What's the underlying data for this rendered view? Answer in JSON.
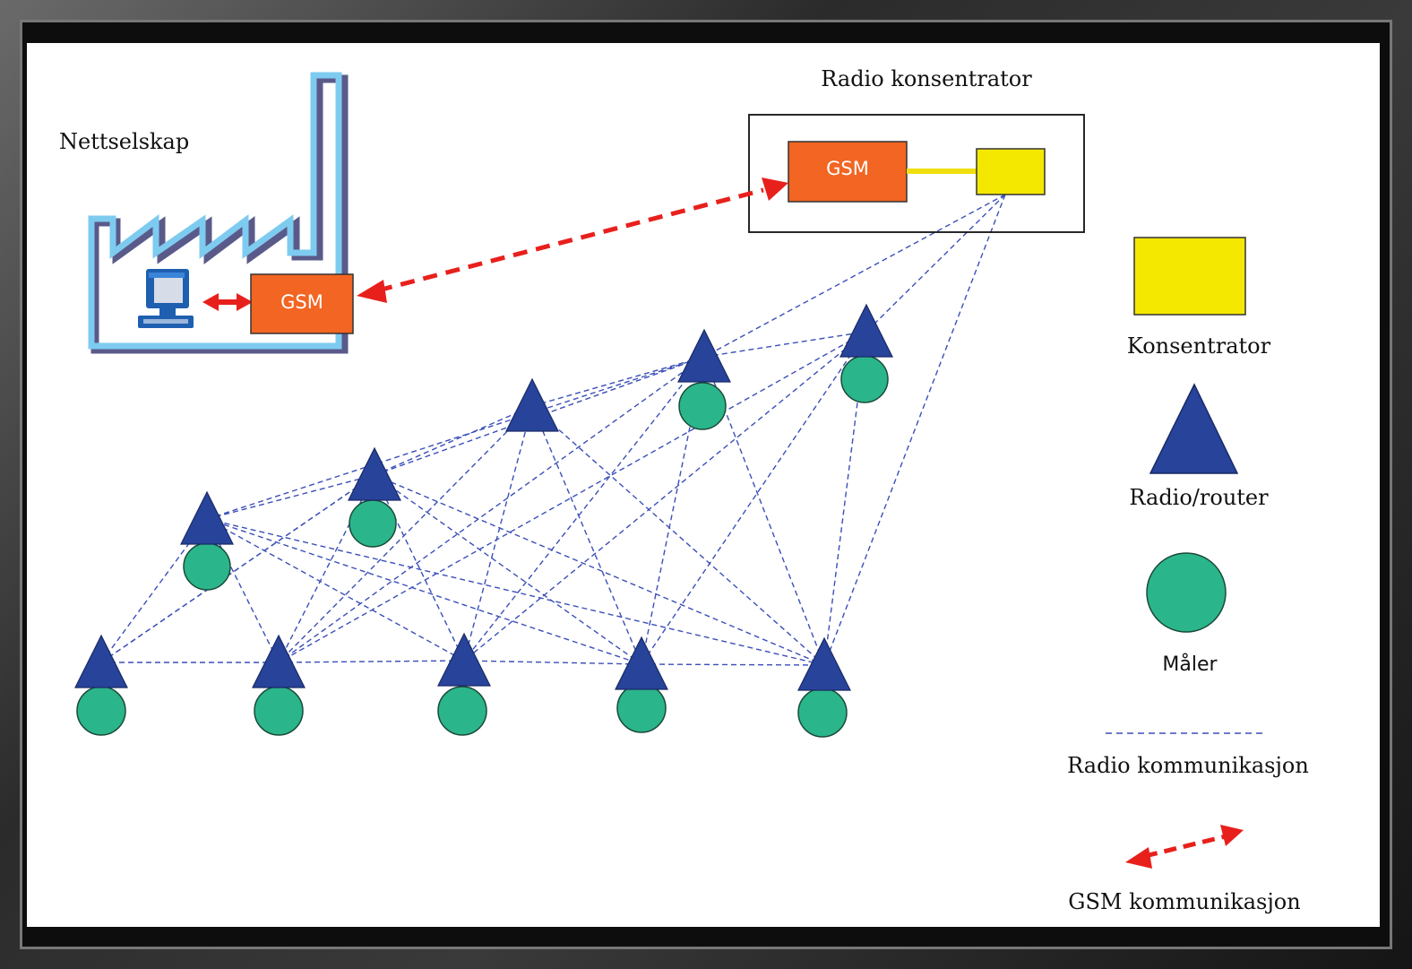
{
  "diagram": {
    "company_label": "Nettselskap",
    "concentrator_title": "Radio konsentrator",
    "gsm_box_company": "GSM",
    "gsm_box_concentrator": "GSM"
  },
  "legend": {
    "concentrator": "Konsentrator",
    "router": "Radio/router",
    "meter": "Måler",
    "radio_link": "Radio kommunikasjon",
    "gsm_link": "GSM kommunikasjon"
  },
  "colors": {
    "gsm_box": "#f26522",
    "concentrator": "#f5e800",
    "router": "#27439a",
    "meter": "#2bb58a",
    "radio_link": "#3b4fb8",
    "gsm_link": "#e8201c",
    "factory_outline": "#6ec1ea",
    "factory_shadow": "#5a5a8a"
  }
}
